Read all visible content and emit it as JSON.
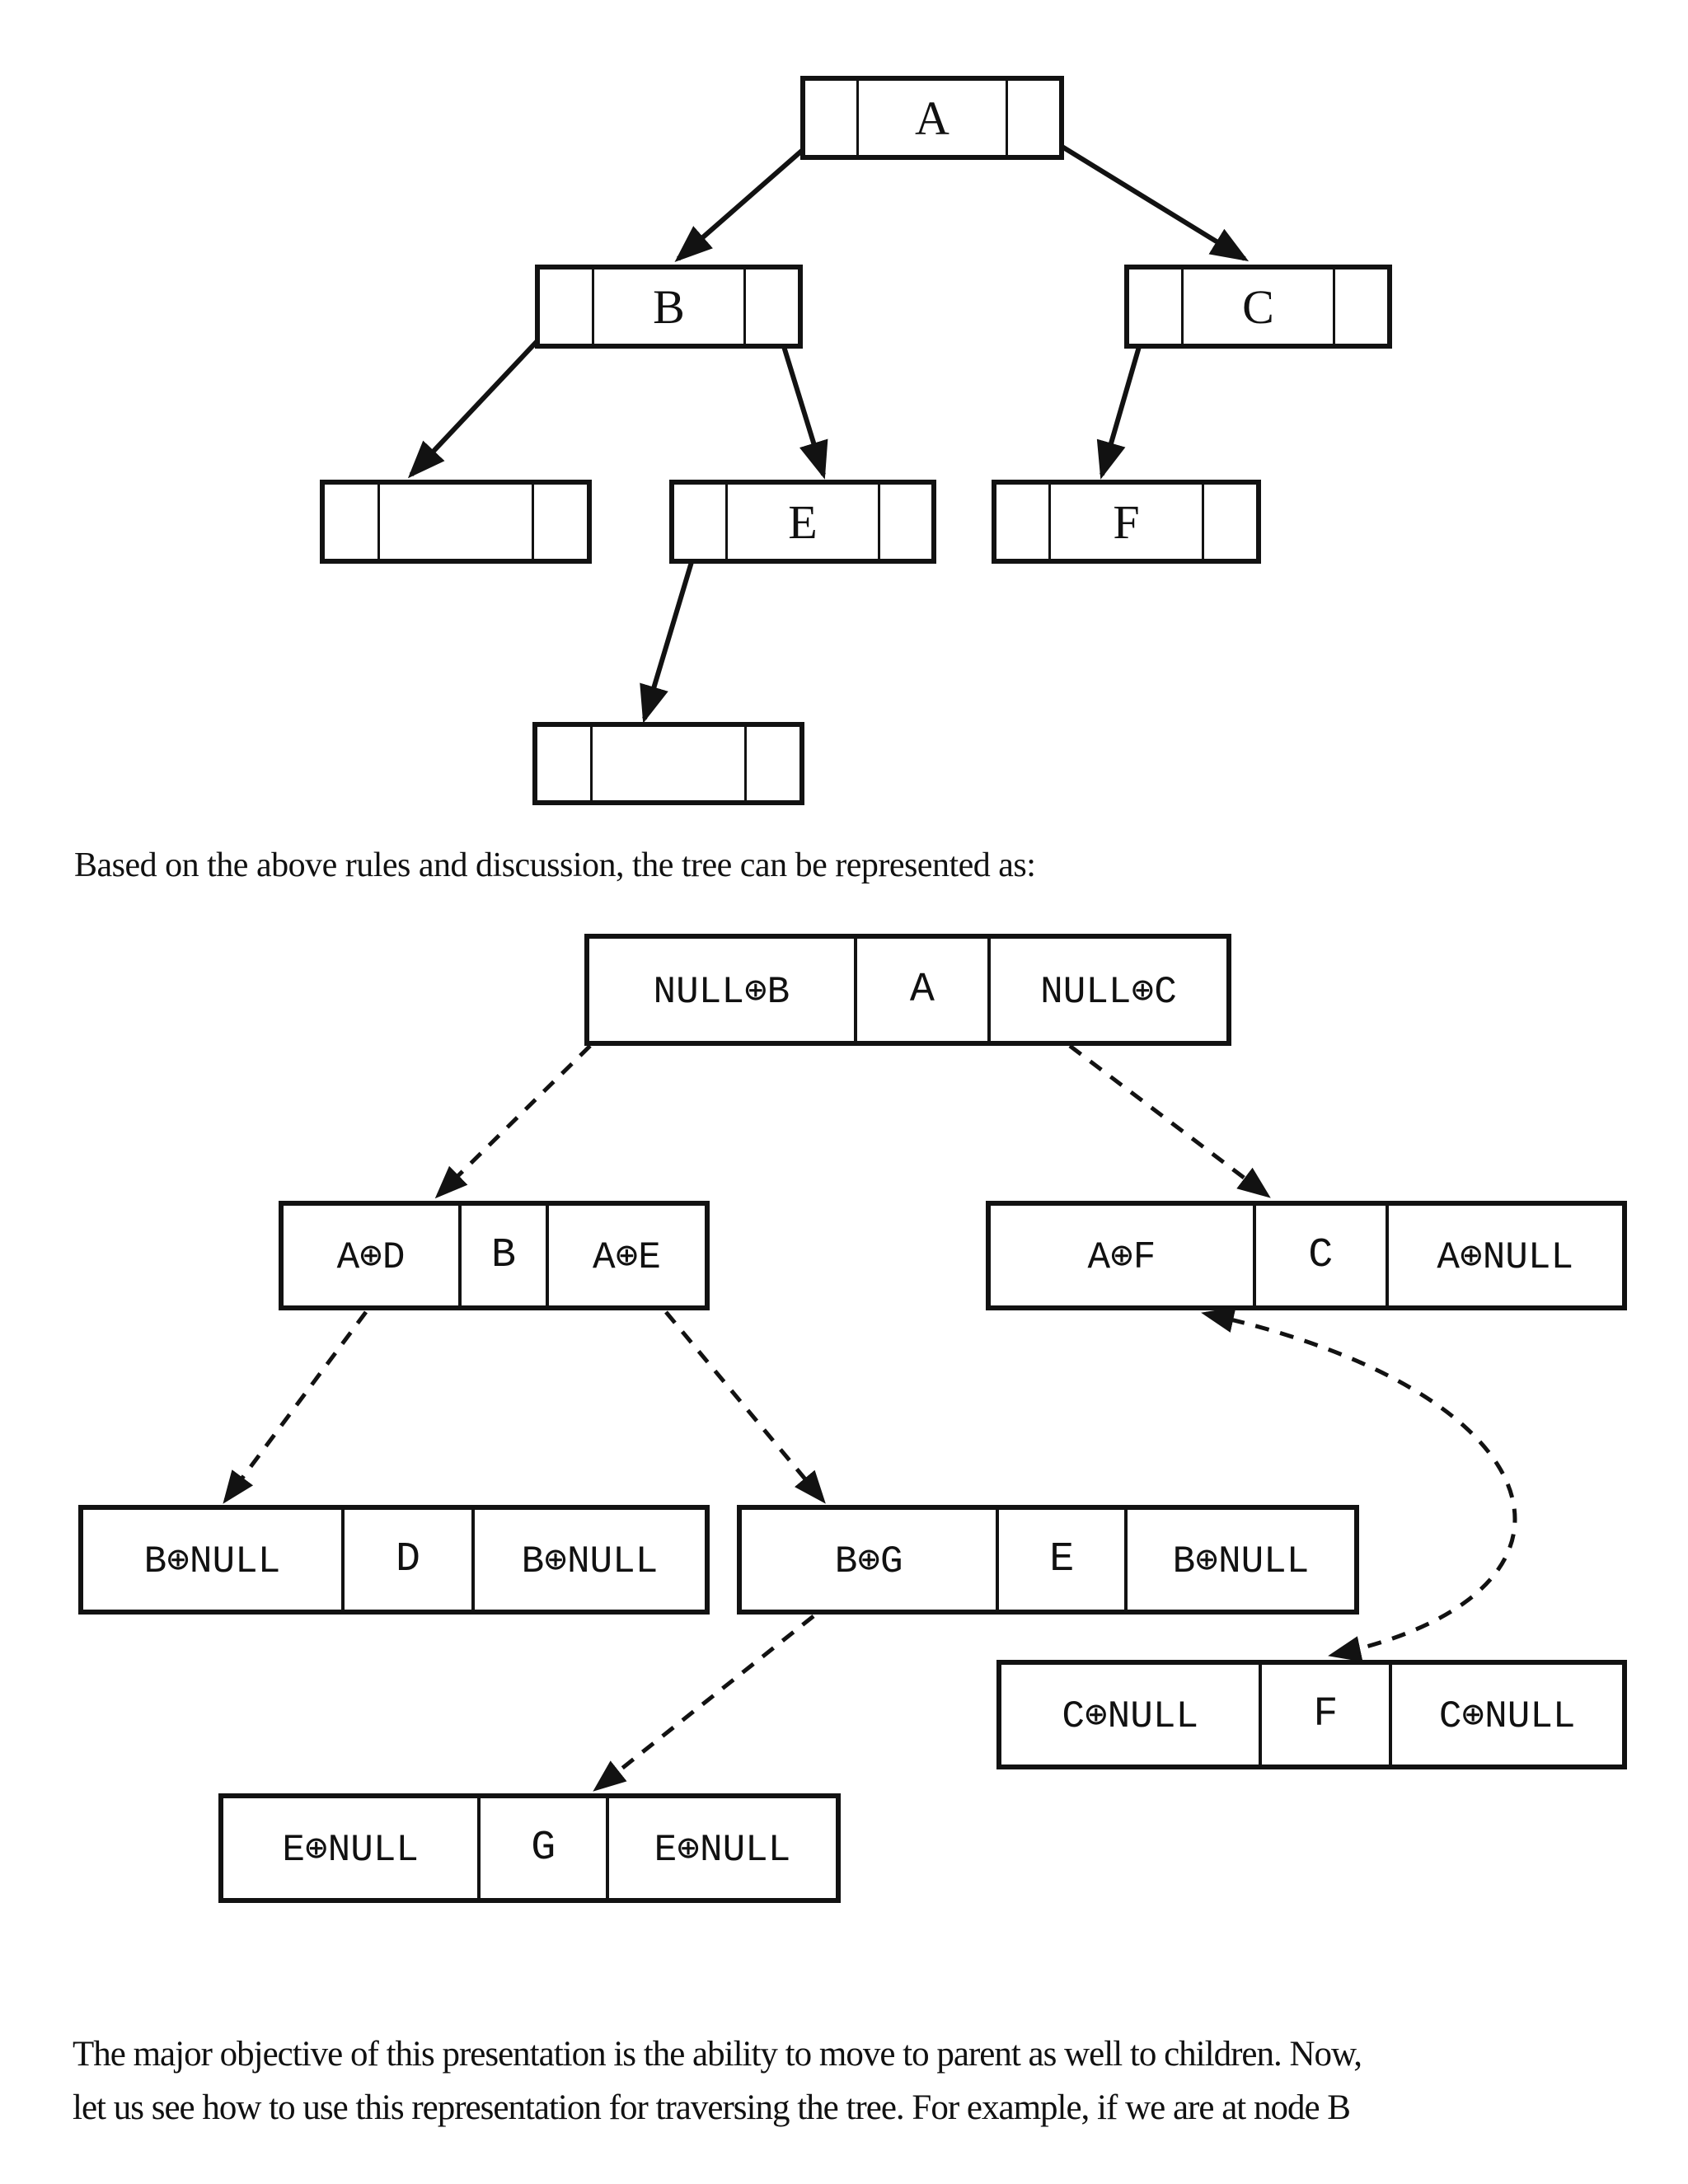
{
  "page": {
    "caption": "Based on the above rules and discussion, the tree can be represented as:",
    "paragraph_line1": "The major objective of this presentation is the ability to move to parent as well to children. Now,",
    "paragraph_line2": "let us see how to use this representation for traversing the tree. For example, if we are at node B"
  },
  "colors": {
    "ink": "#121212",
    "paper": "#ffffff"
  },
  "top_tree": {
    "nodes": [
      {
        "key": "a",
        "left": "",
        "data": "A",
        "right": ""
      },
      {
        "key": "b",
        "left": "",
        "data": "B",
        "right": ""
      },
      {
        "key": "c",
        "left": "",
        "data": "C",
        "right": ""
      },
      {
        "key": "d-blank",
        "left": "",
        "data": "",
        "right": ""
      },
      {
        "key": "e",
        "left": "",
        "data": "E",
        "right": ""
      },
      {
        "key": "f",
        "left": "",
        "data": "F",
        "right": ""
      },
      {
        "key": "g-blank",
        "left": "",
        "data": "",
        "right": ""
      }
    ]
  },
  "xor_tree": {
    "nodes": [
      {
        "key": "a",
        "left": "NULL⊕B",
        "data": "A",
        "right": "NULL⊕C"
      },
      {
        "key": "b",
        "left": "A⊕D",
        "data": "B",
        "right": "A⊕E"
      },
      {
        "key": "c",
        "left": "A⊕F",
        "data": "C",
        "right": "A⊕NULL"
      },
      {
        "key": "d",
        "left": "B⊕NULL",
        "data": "D",
        "right": "B⊕NULL"
      },
      {
        "key": "e",
        "left": "B⊕G",
        "data": "E",
        "right": "B⊕NULL"
      },
      {
        "key": "f",
        "left": "C⊕NULL",
        "data": "F",
        "right": "C⊕NULL"
      },
      {
        "key": "g",
        "left": "E⊕NULL",
        "data": "G",
        "right": "E⊕NULL"
      }
    ]
  }
}
